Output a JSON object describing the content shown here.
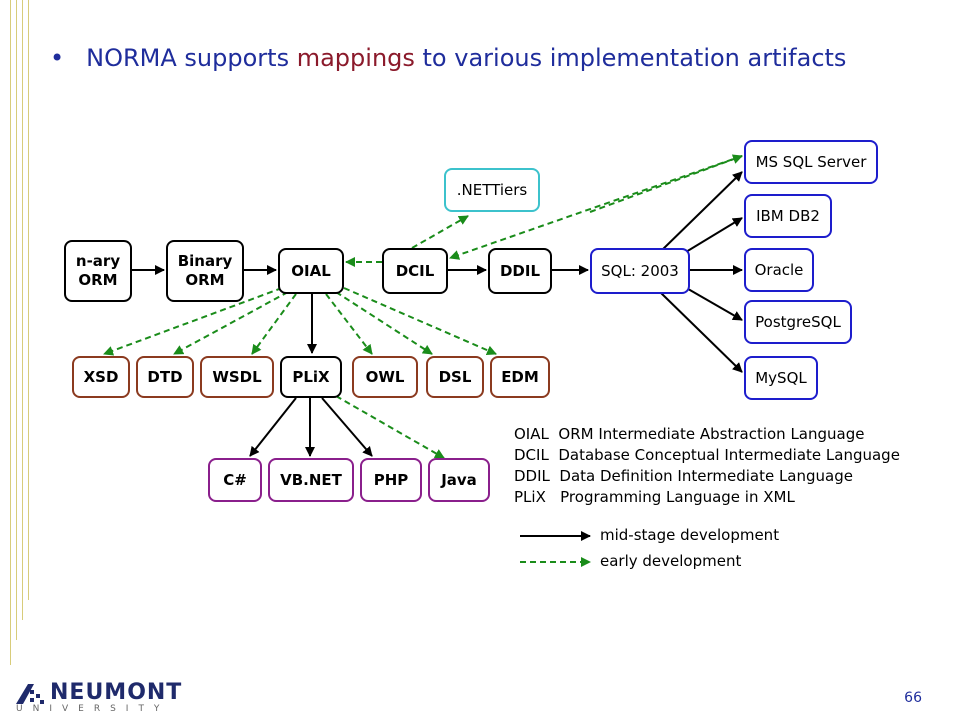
{
  "slide": {
    "bullet": "•",
    "title_pre": "NORMA supports ",
    "title_highlight": "mappings",
    "title_post": " to various implementation artifacts",
    "page_number": "66"
  },
  "logo": {
    "name": "NEUMONT",
    "subtitle": "UNIVERSITY"
  },
  "nodes": {
    "nary": "n-ary\nORM",
    "binary": "Binary\nORM",
    "oial": "OIAL",
    "dcil": "DCIL",
    "ddil": "DDIL",
    "sql2003": "SQL: 2003",
    "nettiers": ".NETTiers",
    "mssql": "MS SQL Server",
    "db2": "IBM DB2",
    "oracle": "Oracle",
    "postgres": "PostgreSQL",
    "mysql": "MySQL",
    "xsd": "XSD",
    "dtd": "DTD",
    "wsdl": "WSDL",
    "plix": "PLiX",
    "owl": "OWL",
    "dsl": "DSL",
    "edm": "EDM",
    "csharp": "C#",
    "vbnet": "VB.NET",
    "php": "PHP",
    "java": "Java"
  },
  "legend": {
    "abbreviations": [
      "OIAL  ORM Intermediate Abstraction Language",
      "DCIL  Database Conceptual Intermediate Language",
      "DDIL  Data Definition Intermediate Language",
      "PLiX   Programming Language in XML"
    ],
    "solid_label": "mid-stage development",
    "dashed_label": "early development"
  },
  "colors": {
    "title": "#1f2d9c",
    "highlight": "#8b1a2b",
    "solid_arrow": "#000000",
    "dashed_arrow": "#1a8c1a",
    "blue_box": "#1d1dcc",
    "cyan_box": "#3cc2cc",
    "brown_box": "#8b3a1f",
    "purple_box": "#8a1f8c"
  }
}
